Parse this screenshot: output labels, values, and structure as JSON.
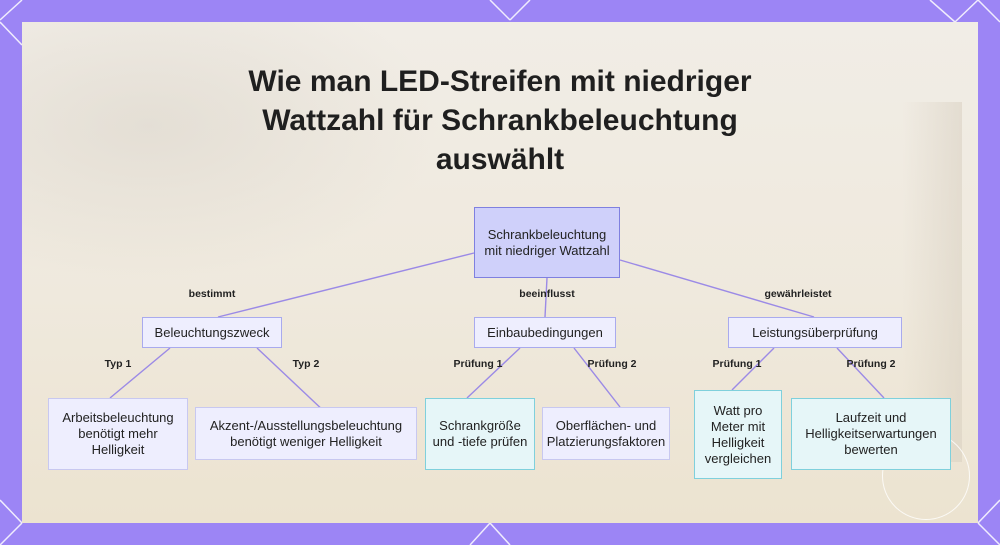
{
  "title": "Wie man LED-Streifen mit niedriger Wattzahl für Schrankbeleuchtung auswählt",
  "nodes": {
    "root": "Schrankbeleuchtung mit niedriger Wattzahl",
    "zweck": "Beleuchtungszweck",
    "einbau": "Einbaubedingungen",
    "leistung": "Leistungsüberprüfung",
    "arbeit": "Arbeitsbeleuchtung benötigt mehr Helligkeit",
    "akzent": "Akzent-/Ausstellungsbeleuchtung benötigt weniger Helligkeit",
    "groesse": "Schrankgröße und -tiefe prüfen",
    "oberflaeche": "Oberflächen- und Platzierungsfaktoren",
    "watt": "Watt pro Meter mit Helligkeit vergleichen",
    "laufzeit": "Laufzeit und Helligkeitserwartungen bewerten"
  },
  "edge_labels": {
    "bestimmt": "bestimmt",
    "beeinflusst": "beeinflusst",
    "gewaehrleistet": "gewährleistet",
    "typ1": "Typ 1",
    "typ2": "Typ 2",
    "pruefung1a": "Prüfung 1",
    "pruefung2a": "Prüfung 2",
    "pruefung1b": "Prüfung 1",
    "pruefung2b": "Prüfung 2"
  },
  "colors": {
    "frame": "#9c85f5",
    "edge": "#9b8ae6",
    "root_fill": "#cfd0fa",
    "root_border": "#7f80e0",
    "cyan_border": "#7fd0dc"
  }
}
